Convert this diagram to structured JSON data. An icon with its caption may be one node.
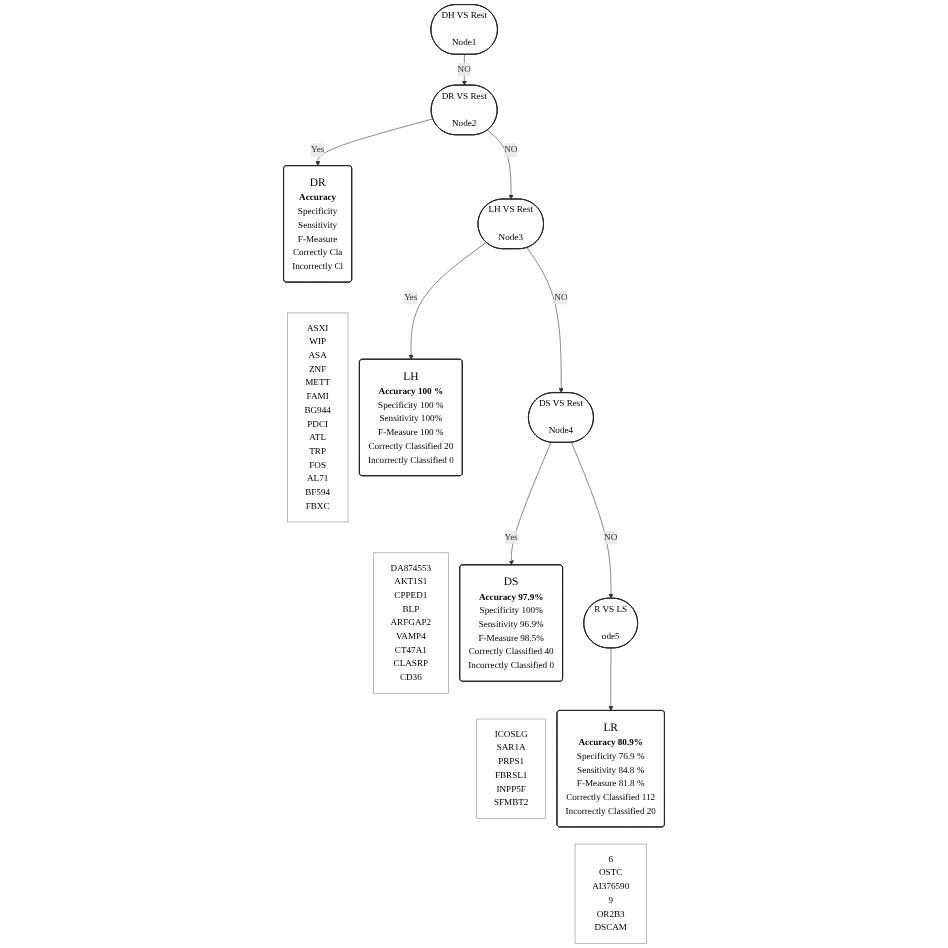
{
  "diagram": {
    "nodes": [
      {
        "text": [
          "DH VS Rest",
          "Node1"
        ]
      },
      {
        "text": [
          "DR VS Rest",
          "Node2"
        ]
      },
      {
        "text": [
          "DR",
          "Accuracy",
          "Specificity",
          "Sensitivity",
          "F-Measure",
          "Correctly Cla",
          "Incorrectly Cl"
        ]
      },
      {
        "text": [
          "ASXI",
          "WIP",
          "ASA",
          "ZNF",
          "METT",
          "FAMI",
          "BG944",
          "PDCI",
          "ATL",
          "TRP",
          "FOS",
          "AL71",
          "BF594",
          "FBXC"
        ]
      },
      {
        "text": [
          "LH VS Rest",
          "Node3"
        ]
      },
      {
        "text": [
          "LH",
          "Accuracy 100 %",
          "Specificity 100 %",
          "Sensitivity 100%",
          "F-Measure 100 %",
          "Correctly Classified 20",
          "Incorrectly Classified 0"
        ]
      },
      {
        "text": [
          "DA874553",
          "AKT1S1",
          "CPPED1",
          "BLP",
          "ARFGAP2",
          "VAMP4",
          "CT47A1",
          "CLASRP",
          "CD36"
        ]
      },
      {
        "text": [
          "DS VS Rest",
          "Node4"
        ]
      },
      {
        "text": [
          "DS",
          "Accuracy 97.9%",
          "Specificity 100%",
          "Sensitivity 96.9%",
          "F-Measure 98.5%",
          "Correctly Classified 40",
          "Incorrectly Classified 0"
        ]
      },
      {
        "text": [
          "ICOSLG",
          "SAR1A",
          "PRPS1",
          "FBRSL1",
          "INPP5F",
          "SFMBT2"
        ]
      },
      {
        "text": [
          "R VS LS",
          "ode5"
        ]
      },
      {
        "text": [
          "LR",
          "Accuracy 80.9%",
          "Specificity 76.9 %",
          "Sensitivity 84.8 %",
          "F-Measure 81.8 %",
          "Correctly Classified 112",
          "Incorrectly Classified 20"
        ]
      },
      {
        "text": [
          "6",
          "OSTC",
          "AI376590",
          "9",
          "OR2B3",
          "DSCAM"
        ]
      }
    ],
    "edges": [
      {
        "from": 0,
        "to": 1,
        "arrow": "to",
        "label": "NO"
      },
      {
        "from": 1,
        "to": 4,
        "arrow": "to",
        "label": "NO"
      },
      {
        "from": 1,
        "to": 2,
        "arrow": "to",
        "label": "Yes"
      },
      {
        "from": 4,
        "to": 7,
        "arrow": "to",
        "label": "NO"
      },
      {
        "from": 4,
        "to": 5,
        "arrow": "to",
        "label": "Yes"
      },
      {
        "from": 7,
        "to": 10,
        "arrow": "to",
        "label": "NO"
      },
      {
        "from": 7,
        "to": 8,
        "arrow": "to",
        "label": "Yes"
      },
      {
        "from": 10,
        "to": 11,
        "arrow": "to"
      }
    ]
  }
}
